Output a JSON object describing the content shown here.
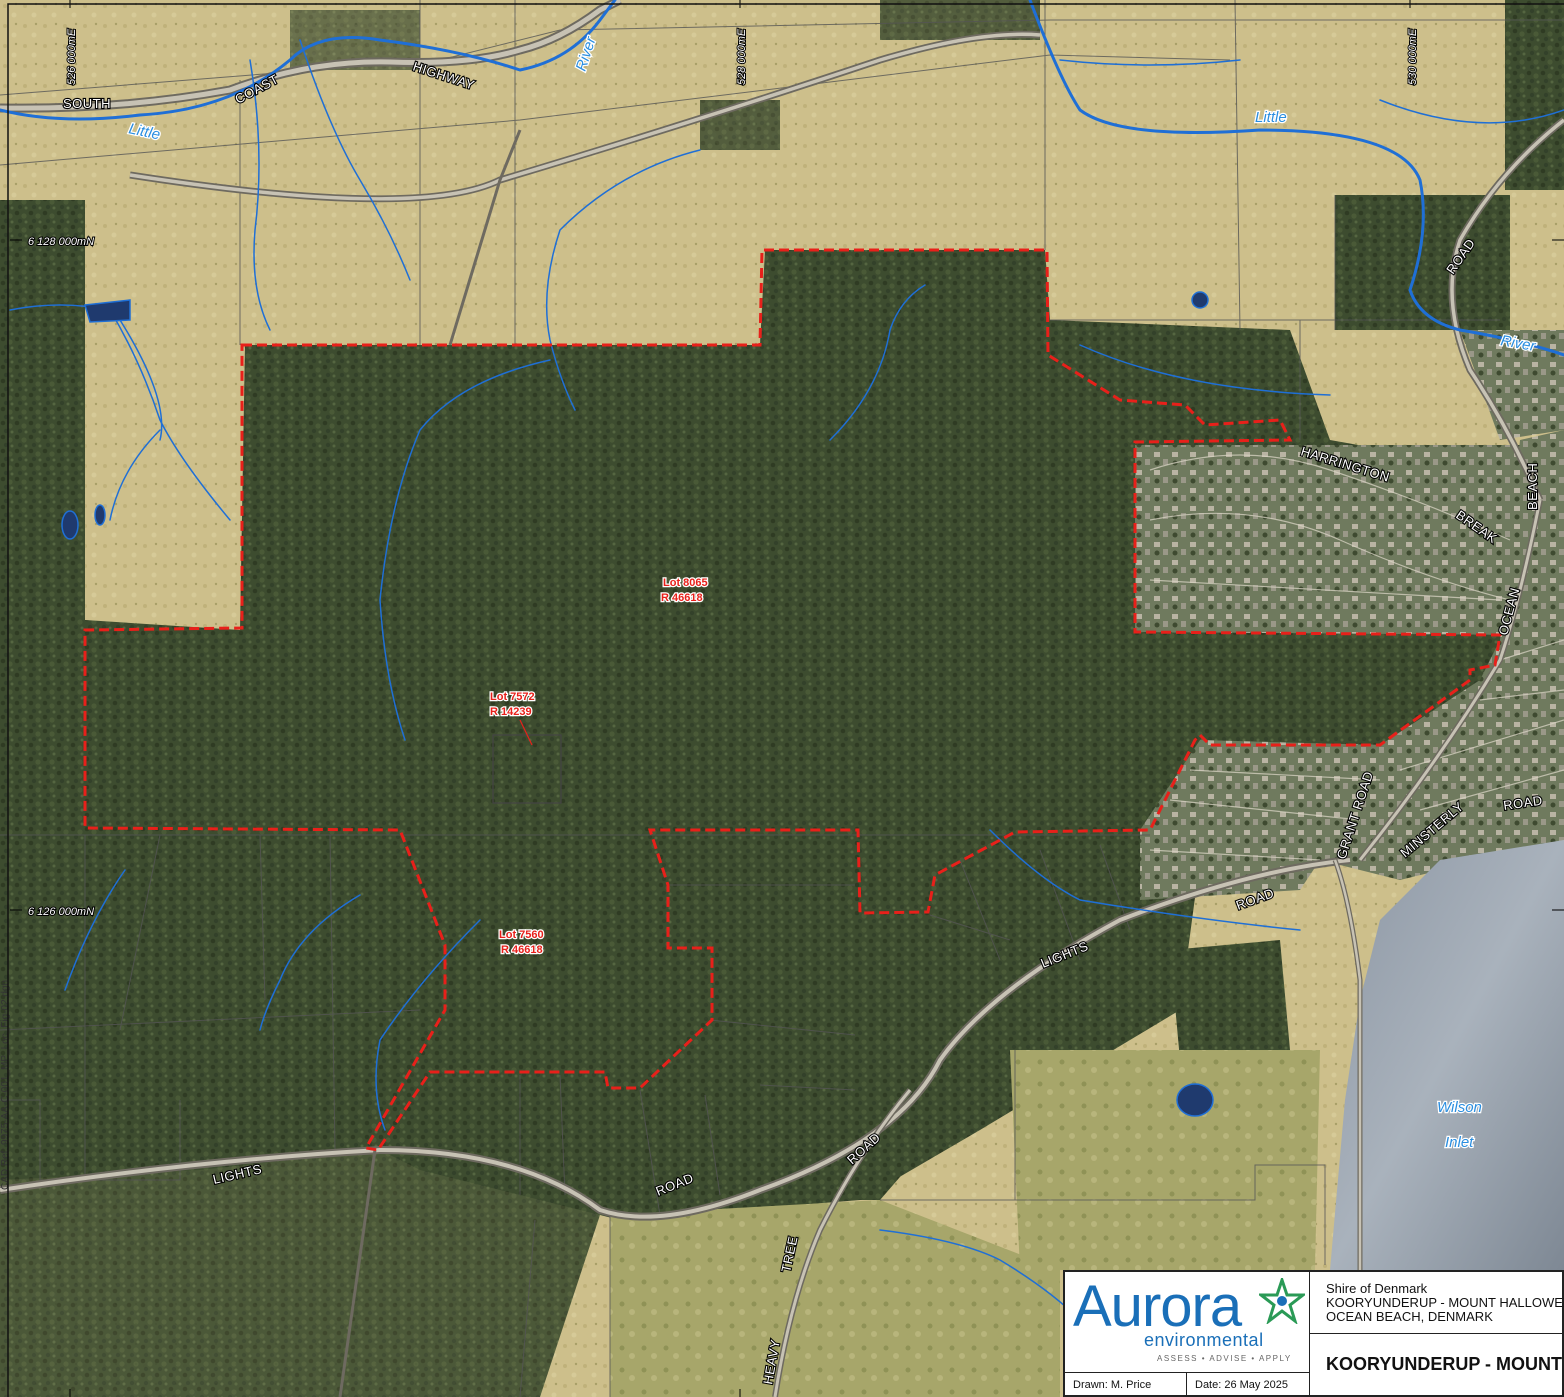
{
  "map": {
    "roads": {
      "south": "SOUTH",
      "coast": "COAST",
      "highway": "HIGHWAY",
      "road_ne": "ROAD",
      "harrington": "HARRINGTON",
      "break": "BREAK",
      "beach": "BEACH",
      "ocean": "OCEAN",
      "minsterly": "MINSTERLY",
      "minsterly_road": "ROAD",
      "grant_road": "GRANT ROAD",
      "road_east": "ROAD",
      "lights_upper": "LIGHTS",
      "lights_lower": "LIGHTS",
      "road_lower": "ROAD",
      "road_tree": "ROAD",
      "tree": "TREE",
      "heavy": "HEAVY"
    },
    "water": {
      "little_west": "Little",
      "river_north": "River",
      "little_east": "Little",
      "river_east": "River",
      "wilson": "Wilson",
      "inlet": "Inlet"
    },
    "grid": {
      "e526": "526 000mE",
      "e528": "528 000mE",
      "e530": "530 000mE",
      "n6128": "6 128 000mN",
      "n6126": "6 126 000mN"
    },
    "lots": {
      "lot8065": "Lot 8065",
      "r8065": "R 46618",
      "lot7572": "Lot 7572",
      "r7572": "R 14239",
      "lot7560": "Lot 7560",
      "r7560": "R 46618"
    },
    "side_text": "CAD Ref: 9975-AA-C-001_MP_Loc_Fig-02.dgn"
  },
  "title_block": {
    "logo_word": "Aurora",
    "logo_sub": "environmental",
    "logo_tagline": "ASSESS • ADVISE • APPLY",
    "drawn": "Drawn: M. Price",
    "date": "Date: 26 May 2025",
    "project_line1": "Shire of Denmark",
    "project_line2": "KOORYUNDERUP - MOUNT HALLOWELL",
    "project_line3": "OCEAN BEACH, DENMARK",
    "figure_title": "KOORYUNDERUP - MOUNT HALLOWELL"
  },
  "colors": {
    "boundary": "#e8201a",
    "water": "#1f6fd6",
    "forest": "#3b4a2e",
    "pasture": "#cbbf8a",
    "brand": "#1a6fb8"
  }
}
